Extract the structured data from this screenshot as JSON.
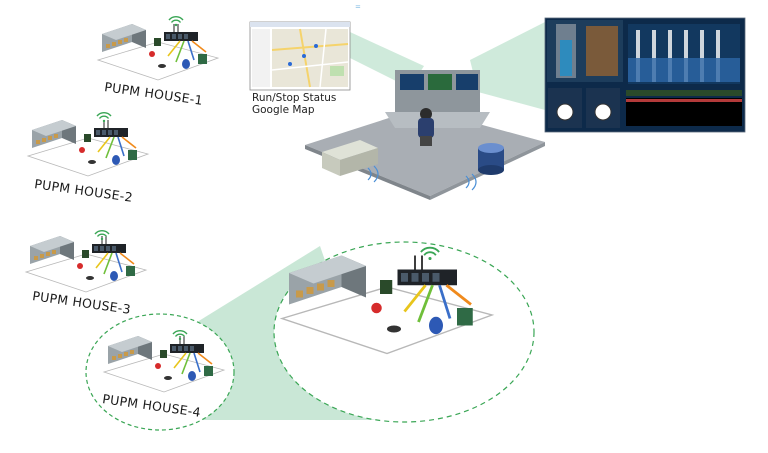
{
  "houses": [
    {
      "label": "PUPM HOUSE-1"
    },
    {
      "label": "PUPM HOUSE-2"
    },
    {
      "label": "PUPM HOUSE-3"
    },
    {
      "label": "PUPM HOUSE-4"
    }
  ],
  "map_caption": {
    "line1": "Run/Stop Status",
    "line2": "Google Map"
  },
  "colors": {
    "zoom_fill": "#bfe3cf",
    "wifi": "#3aa655",
    "wire_yellow": "#e8c51c",
    "wire_orange": "#f08a1c",
    "wire_blue": "#3a6fc9",
    "wire_green": "#6fbf3a",
    "monitor_bg": "#0d2a4a",
    "floor": "#a9aeb4"
  }
}
